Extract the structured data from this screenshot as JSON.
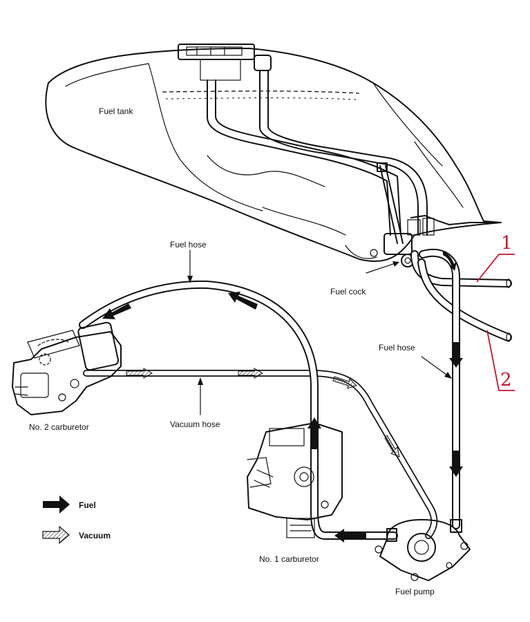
{
  "labels": {
    "fuel_tank": "Fuel tank",
    "fuel_hose_top": "Fuel hose",
    "fuel_cock": "Fuel cock",
    "fuel_hose_right": "Fuel hose",
    "carb2": "No. 2 carburetor",
    "vacuum_hose": "Vacuum hose",
    "carb1": "No. 1 carburetor",
    "fuel_pump": "Fuel pump"
  },
  "legend": {
    "fuel": "Fuel",
    "vacuum": "Vacuum"
  },
  "callouts": {
    "one": "1",
    "two": "2"
  },
  "colors": {
    "line": "#111111",
    "annotation_red": "#c8102e"
  }
}
